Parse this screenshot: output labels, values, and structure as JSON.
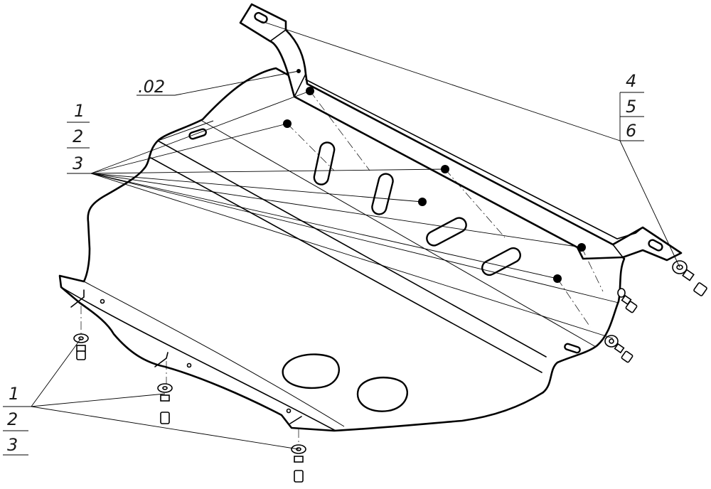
{
  "drawing": {
    "part_label": ".02",
    "callouts_left_upper": [
      "1",
      "2",
      "3"
    ],
    "callouts_right_upper": [
      "4",
      "5",
      "6"
    ],
    "callouts_left_lower": [
      "1",
      "2",
      "3"
    ]
  }
}
